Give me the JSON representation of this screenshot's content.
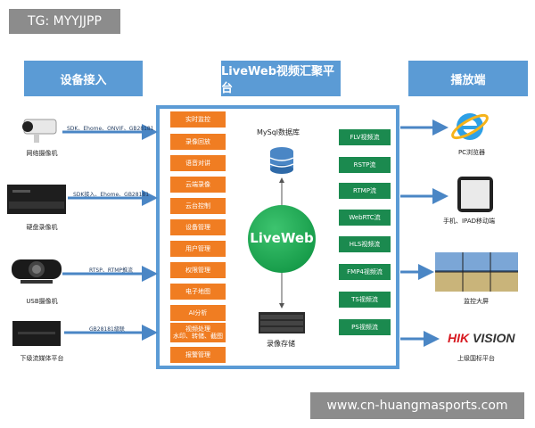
{
  "watermark_top": "TG: MYYJJPP",
  "watermark_bottom": "www.cn-huangmasports.com",
  "headers": {
    "left": "设备接入",
    "center": "LiveWeb视频汇聚平台",
    "right": "播放端"
  },
  "devices": [
    {
      "label": "网络摄像机",
      "protocol": "SDK、Ehome、ONVIF、GB28181",
      "icon": "ip-camera-icon"
    },
    {
      "label": "硬盘录像机",
      "protocol": "SDK接入、Ehome、GB28181",
      "icon": "nvr-icon"
    },
    {
      "label": "USB摄像机",
      "protocol": "RTSP、RTMP推流",
      "icon": "usb-camera-icon"
    },
    {
      "label": "下级流媒体平台",
      "protocol": "GB28181级联",
      "icon": "media-server-icon"
    }
  ],
  "features": [
    "实时监控",
    "录像回放",
    "语音对讲",
    "云端录像",
    "云台控制",
    "设备管理",
    "用户管理",
    "权限管理",
    "电子地图",
    "AI分析",
    "视频处理\n水印、转储、截图",
    "报警管理"
  ],
  "center": {
    "db_label": "MySql数据库",
    "core_label": "LiveWeb",
    "storage_label": "录像存储"
  },
  "streams": [
    "FLV视频流",
    "RSTP流",
    "RTMP流",
    "WebRTC流",
    "HLS视频流",
    "FMP4视频流",
    "TS视频流",
    "PS视频流"
  ],
  "players": [
    {
      "label": "PC浏览器",
      "icon": "ie-browser-icon"
    },
    {
      "label": "手机、IPAD移动端",
      "icon": "tablet-icon"
    },
    {
      "label": "监控大屏",
      "icon": "video-wall-icon"
    },
    {
      "label": "上级国标平台",
      "icon": "hikvision-logo",
      "brand_text": "HIKVISION"
    }
  ],
  "colors": {
    "header": "#5b9bd5",
    "feature": "#f07d22",
    "stream": "#1b8a4f",
    "core": "#1fa855",
    "arrow": "#4a86c5"
  }
}
